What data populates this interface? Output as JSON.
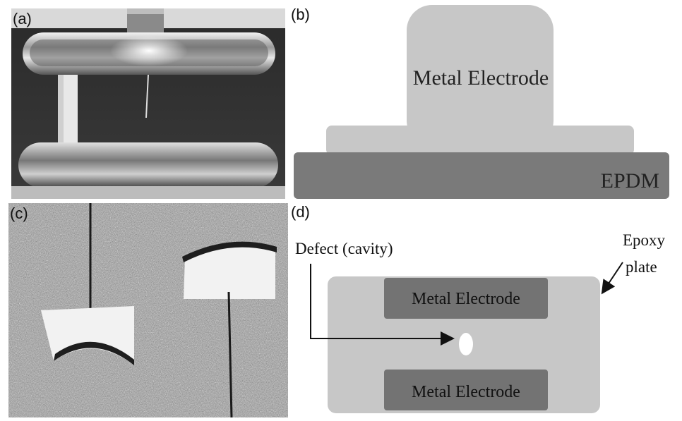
{
  "figure": {
    "panel_a": {
      "label": "(a)"
    },
    "panel_b": {
      "label": "(b)",
      "electrode_label": "Metal Electrode",
      "base_label": "EPDM"
    },
    "panel_c": {
      "label": "(c)"
    },
    "panel_d": {
      "label": "(d)",
      "defect_label": "Defect (cavity)",
      "epoxy_label_line1": "Epoxy",
      "epoxy_label_line2": "plate",
      "electrode_top_label": "Metal Electrode",
      "electrode_bottom_label": "Metal Electrode"
    }
  },
  "colors": {
    "light_gray": "#c7c7c7",
    "dark_gray": "#7a7a7a",
    "electrode_dark": "#737373",
    "cavity": "#ffffff"
  }
}
